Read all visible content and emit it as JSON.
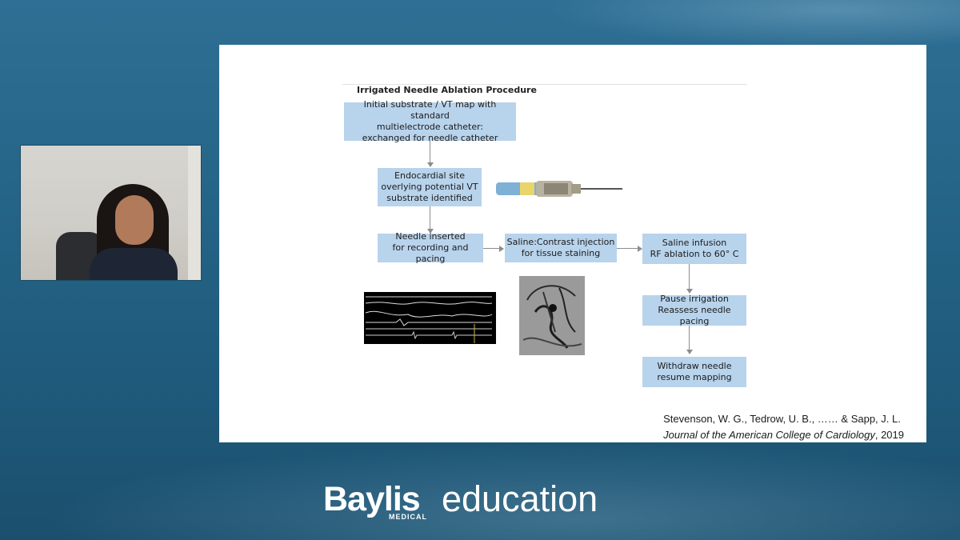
{
  "webcam": {
    "description_icon": "person-video-icon"
  },
  "slide": {
    "title": "Irrigated Needle Ablation Procedure",
    "boxes": [
      {
        "lines": [
          "Initial substrate / VT map with standard",
          "multielectrode catheter:",
          "exchanged for needle catheter"
        ]
      },
      {
        "lines": [
          "Endocardial site",
          "overlying potential VT",
          "substrate identified"
        ]
      },
      {
        "lines": [
          "Needle inserted",
          "for recording and pacing"
        ]
      },
      {
        "lines": [
          "Saline:Contrast injection",
          "for tissue staining"
        ]
      },
      {
        "lines": [
          "Saline infusion",
          "RF ablation to 60° C"
        ]
      },
      {
        "lines": [
          "Pause irrigation",
          "Reassess needle pacing"
        ]
      },
      {
        "lines": [
          "Withdraw needle",
          "resume mapping"
        ]
      }
    ],
    "citation": {
      "authors": "Stevenson, W. G., Tedrow, U. B., …… & Sapp, J. L.",
      "journal": "Journal of the American College of Cardiology",
      "year": ", 2019"
    }
  },
  "brand": {
    "baylis": "Baylis",
    "medical": "MEDICAL",
    "education": "education"
  }
}
